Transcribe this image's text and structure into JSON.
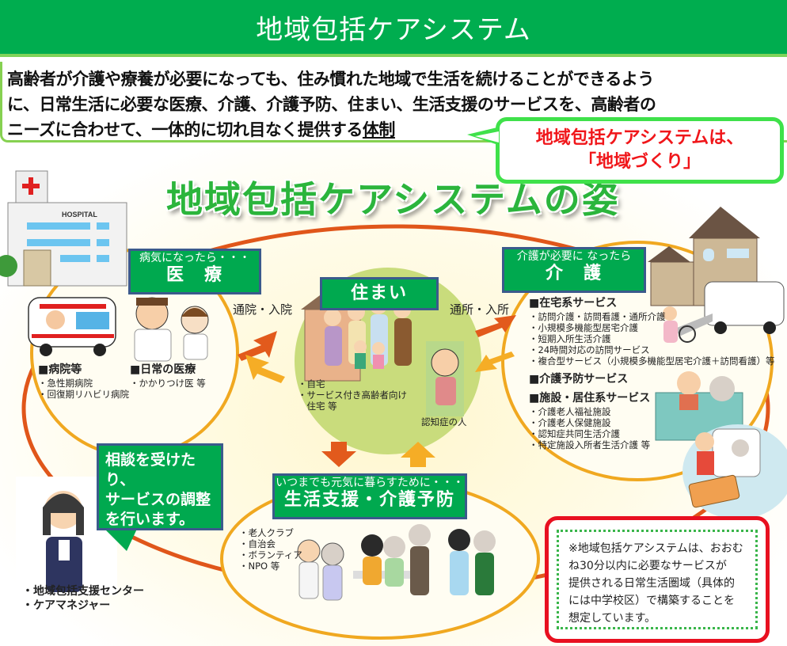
{
  "header": {
    "title": "地域包括ケアシステム",
    "banner_color": "#00ad4f"
  },
  "intro": {
    "line1": "高齢者が介護や療養が必要になっても、住み慣れた地域で生活を続けることができるよう",
    "line2": "に、日常生活に必要な医療、介護、介護予防、住まい、生活支援のサービスを、高齢者の",
    "line3_main": "ニーズに合わせて、一体的に切れ目なく提供する",
    "line3_underlined": "体制"
  },
  "callout": {
    "line1": "地域包括ケアシステムは、",
    "line2": "「地域づくり」",
    "text_color": "#f0161a",
    "border_color": "#3fe14a"
  },
  "diagram": {
    "title": "地域包括ケアシステムの姿",
    "medical": {
      "sub": "病気になったら・・・",
      "title": "医　療",
      "hospital_sign": "HOSPITAL",
      "groups": [
        {
          "head": "■病院等",
          "items": [
            "・急性期病院",
            "・回復期リハビリ病院"
          ]
        },
        {
          "head": "■日常の医療",
          "items": [
            "・かかりつけ医 等"
          ]
        }
      ]
    },
    "housing": {
      "title": "住まい",
      "items": [
        "・自宅",
        "・サービス付き高齢者向け",
        "　住宅 等"
      ],
      "dementia_label": "認知症の人"
    },
    "care": {
      "sub": "介護が必要に なったら",
      "title": "介　護",
      "groups": [
        {
          "head": "■在宅系サービス",
          "items": [
            "・訪問介護・訪問看護・通所介護",
            "・小規模多機能型居宅介護",
            "・短期入所生活介護",
            "・24時間対応の訪問サービス",
            "・複合型サービス（小規模多機能型居宅介護＋訪問看護）等"
          ]
        },
        {
          "head": "■介護予防サービス",
          "items": []
        },
        {
          "head": "■施設・居住系サービス",
          "items": [
            "・介護老人福祉施設",
            "・介護老人保健施設",
            "・認知症共同生活介護",
            "・特定施設入所者生活介護 等"
          ]
        }
      ]
    },
    "support": {
      "sub": "いつまでも元気に暮らすために・・・",
      "title": "生活支援・介護予防",
      "items": [
        "・老人クラブ",
        "・自治会",
        "・ボランティア",
        "・NPO 等"
      ]
    },
    "arrows": {
      "left_label": "通院・入院",
      "right_label": "通所・入所"
    },
    "consult": {
      "speech_lines": [
        "相談を受けたり、",
        "サービスの調整",
        "を行います。"
      ],
      "roles": [
        "・地域包括支援センター",
        "・ケアマネジャー"
      ]
    },
    "note": {
      "lines": [
        "※地域包括ケアシステムは、おおむ",
        "ね30分以内に必要なサービスが",
        "提供される日常生活圏域（具体的",
        "には中学校区）で構築することを",
        "想定しています。"
      ],
      "border_color": "#e81020",
      "dotted_color": "#39b54a"
    },
    "colors": {
      "box_green": "#00a94f",
      "box_border": "#3b5a8c",
      "ring_orange": "#f0a820",
      "connector_red": "#e0561a",
      "housing_circle": "#c9dc7c",
      "arrow_dark": "#e25a1c",
      "arrow_light": "#f5ad26"
    }
  }
}
